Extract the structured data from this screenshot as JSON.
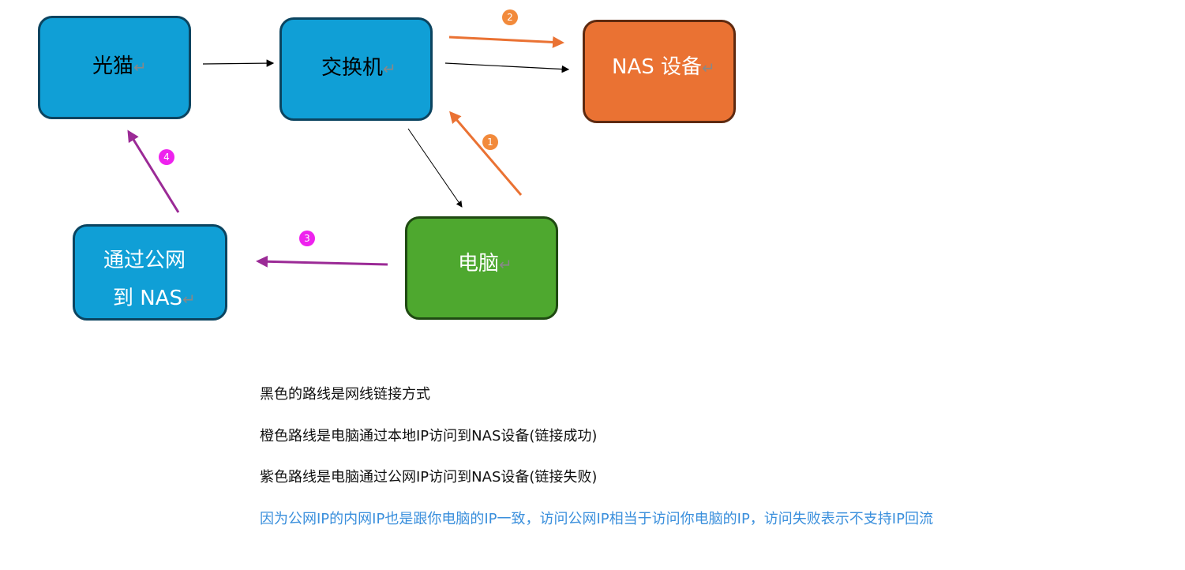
{
  "nodes": {
    "modem": "光猫",
    "switch": "交换机",
    "nas": "NAS 设备",
    "pc": "电脑",
    "public_line1": "通过公网",
    "public_line2": "到 NAS"
  },
  "return_mark": "↵",
  "badges": [
    "1",
    "2",
    "3",
    "4"
  ],
  "colors": {
    "blue": "#109fd6",
    "orange": "#ea7233",
    "green": "#4ea82f",
    "purple": "#9b2a96",
    "badge_purple": "#ee22ee",
    "note_blue": "#3a8fdc"
  },
  "notes": [
    "黑色的路线是网线链接方式",
    "橙色路线是电脑通过本地IP访问到NAS设备(链接成功)",
    "紫色路线是电脑通过公网IP访问到NAS设备(链接失败)",
    "因为公网IP的内网IP也是跟你电脑的IP一致，访问公网IP相当于访问你电脑的IP，访问失败表示不支持IP回流"
  ]
}
